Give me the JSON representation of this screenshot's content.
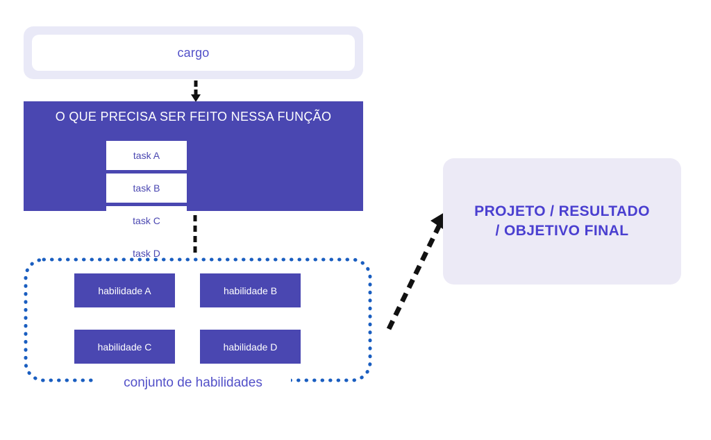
{
  "diagram": {
    "cargo": {
      "label": "cargo",
      "card_bg": "#e9e9f7",
      "inner_bg": "#ffffff",
      "text_color": "#5250c8"
    },
    "arrow_down": {
      "icon": "arrow-down-icon",
      "color": "#111111"
    },
    "function_box": {
      "title": "O QUE PRECISA SER FEITO NESSA FUNÇÃO",
      "bg": "#4a47b1",
      "title_color": "#ffffff",
      "tasks": [
        {
          "label": "task A"
        },
        {
          "label": "task B"
        },
        {
          "label": "task C"
        },
        {
          "label": "task D"
        }
      ],
      "task_bg": "#ffffff",
      "task_text_color": "#4a47b1"
    },
    "connector": {
      "icon": "dashed-line-icon",
      "color": "#111111"
    },
    "skills_box": {
      "caption": "conjunto de habilidades",
      "caption_color": "#5250c8",
      "border_color": "#1a5ec0",
      "skills": [
        {
          "label": "habilidade A"
        },
        {
          "label": "habilidade B"
        },
        {
          "label": "habilidade C"
        },
        {
          "label": "habilidade D"
        }
      ],
      "skill_bg": "#4a47b1",
      "skill_text_color": "#ffffff"
    },
    "diagonal_arrow": {
      "icon": "dashed-arrow-up-right-icon",
      "color": "#111111"
    },
    "result_panel": {
      "text": "PROJETO / RESULTADO\n/ OBJETIVO FINAL",
      "bg": "#eceaf6",
      "text_color": "#4a3fd0"
    }
  }
}
